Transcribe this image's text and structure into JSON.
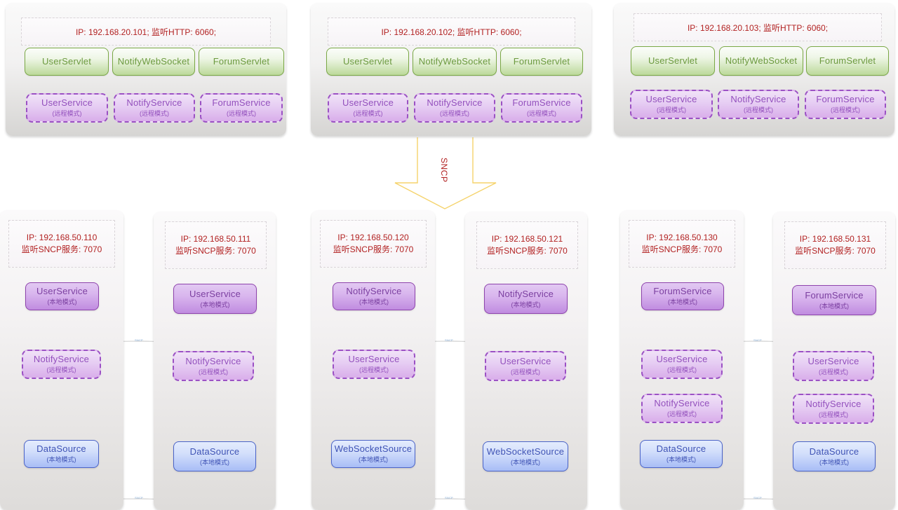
{
  "diagram": {
    "protocol_label": "SNCP",
    "connector_label": "SNCP",
    "mode_local": "(本地模式)",
    "mode_remote": "(远程模式)",
    "colors": {
      "ip_text": "#b22222",
      "servlet_green": "#6c9a3f",
      "service_purple": "#8e44ad",
      "datasource_blue": "#3f53b5",
      "arrow_yellow": "#f5d36b",
      "connector_gray": "#bfbfbf"
    }
  },
  "top_tier": {
    "hosts": [
      {
        "header": "IP: 192.168.20.101;  监听HTTP: 6060;",
        "servlets": [
          "UserServlet",
          "NotifyWebSocket",
          "ForumServlet"
        ],
        "services": [
          "UserService",
          "NotifyService",
          "ForumService"
        ]
      },
      {
        "header": "IP: 192.168.20.102;  监听HTTP: 6060;",
        "servlets": [
          "UserServlet",
          "NotifyWebSocket",
          "ForumServlet"
        ],
        "services": [
          "UserService",
          "NotifyService",
          "ForumService"
        ]
      },
      {
        "header": "IP: 192.168.20.103;  监听HTTP: 6060;",
        "servlets": [
          "UserServlet",
          "NotifyWebSocket",
          "ForumServlet"
        ],
        "services": [
          "UserService",
          "NotifyService",
          "ForumService"
        ]
      }
    ]
  },
  "bottom_tier": {
    "hosts": [
      {
        "ip_line": "IP: 192.168.50.110",
        "port_line": "监听SNCP服务: 7070",
        "local": "UserService",
        "remote": [
          "NotifyService"
        ],
        "source": "DataSource"
      },
      {
        "ip_line": "IP: 192.168.50.111",
        "port_line": "监听SNCP服务: 7070",
        "local": "UserService",
        "remote": [
          "NotifyService"
        ],
        "source": "DataSource"
      },
      {
        "ip_line": "IP: 192.168.50.120",
        "port_line": "监听SNCP服务: 7070",
        "local": "NotifyService",
        "remote": [
          "UserService"
        ],
        "source": "WebSocketSource"
      },
      {
        "ip_line": "IP: 192.168.50.121",
        "port_line": "监听SNCP服务: 7070",
        "local": "NotifyService",
        "remote": [
          "UserService"
        ],
        "source": "WebSocketSource"
      },
      {
        "ip_line": "IP: 192.168.50.130",
        "port_line": "监听SNCP服务: 7070",
        "local": "ForumService",
        "remote": [
          "UserService",
          "NotifyService"
        ],
        "source": "DataSource"
      },
      {
        "ip_line": "IP: 192.168.50.131",
        "port_line": "监听SNCP服务: 7070",
        "local": "ForumService",
        "remote": [
          "UserService",
          "NotifyService"
        ],
        "source": "DataSource"
      }
    ]
  }
}
